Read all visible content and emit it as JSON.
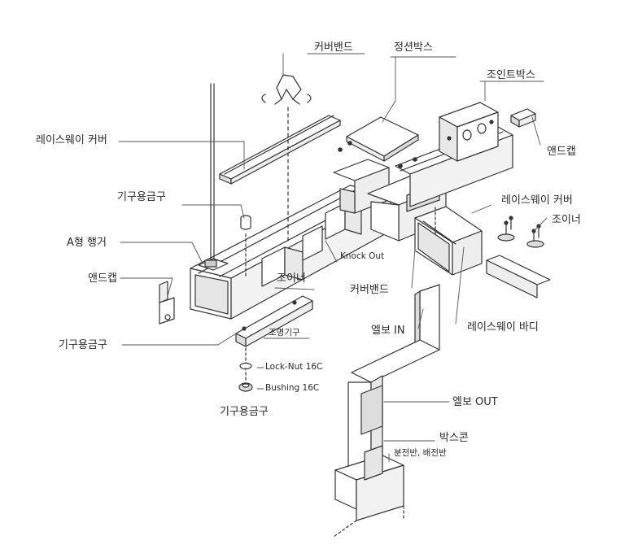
{
  "labels": {
    "cover_band_top": "커버밴드",
    "junction_box": "정션박스",
    "joint_box": "조인트박스",
    "raceway_cover_left": "레이스웨이 커버",
    "end_cap_right": "앤드캡",
    "fixture_fitting_top": "기구용금구",
    "raceway_cover_right": "레이스웨이 커버",
    "joiner_right": "조이너",
    "a_hanger": "A형 행거",
    "end_cap_left": "앤드캡",
    "knock_out": "Knock Out",
    "joiner_center": "조이너",
    "cover_band_center": "커버밴드",
    "raceway_body": "레이스웨이 바디",
    "elbow_in": "엘보 IN",
    "fixture_fitting_left": "기구용금구",
    "lighting_fixture": "조명기구",
    "lock_nut": "Lock-Nut 16C",
    "bushing": "Bushing 16C",
    "elbow_out": "엘보 OUT",
    "fixture_fitting_bottom": "기구용금구",
    "box_connector": "박스콘",
    "panel_board": "분전반, 배전반"
  },
  "colors": {
    "line": "#333333",
    "leader": "#555555",
    "fill": "#ffffff",
    "shade": "#e6e6e6",
    "dark": "#bdbdbd"
  }
}
